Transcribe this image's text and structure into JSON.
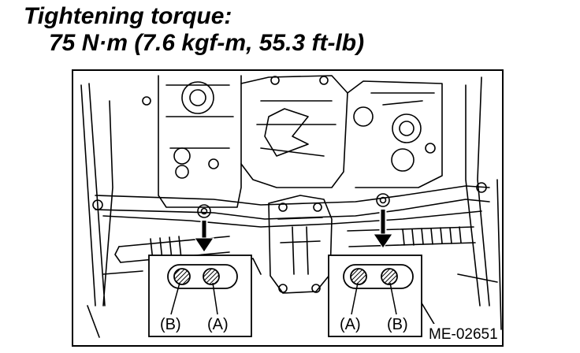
{
  "heading": {
    "line1": "Tightening torque:",
    "line2": "75 N·m (7.6 kgf-m, 55.3 ft-lb)"
  },
  "figure": {
    "code": "ME-02651",
    "left_callout": {
      "label_b": "(B)",
      "label_a": "(A)"
    },
    "right_callout": {
      "label_a": "(A)",
      "label_b": "(B)"
    }
  }
}
